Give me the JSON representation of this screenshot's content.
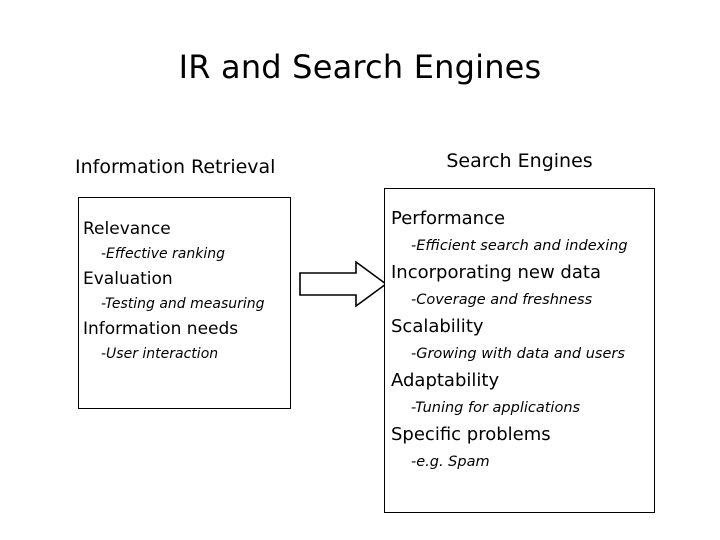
{
  "slide": {
    "title": "IR and Search Engines",
    "background_color": "#ffffff",
    "text_color": "#000000",
    "border_color": "#000000"
  },
  "left_column": {
    "heading": "Information Retrieval",
    "entries": [
      {
        "main": "Relevance",
        "sub": "-Effective ranking"
      },
      {
        "main": "Evaluation",
        "sub": "-Testing and measuring"
      },
      {
        "main": "Information needs",
        "sub": "-User interaction"
      }
    ]
  },
  "right_column": {
    "heading": "Search Engines",
    "entries": [
      {
        "main": "Performance",
        "sub": "-Efficient search and indexing"
      },
      {
        "main": "Incorporating new data",
        "sub": "-Coverage and freshness"
      },
      {
        "main": "Scalability",
        "sub": "-Growing with data and users"
      },
      {
        "main": "Adaptability",
        "sub": "-Tuning for applications"
      },
      {
        "main": "Specific problems",
        "sub": "-e.g. Spam"
      }
    ]
  },
  "connector": {
    "icon": "right-block-arrow-icon",
    "direction": "right"
  }
}
